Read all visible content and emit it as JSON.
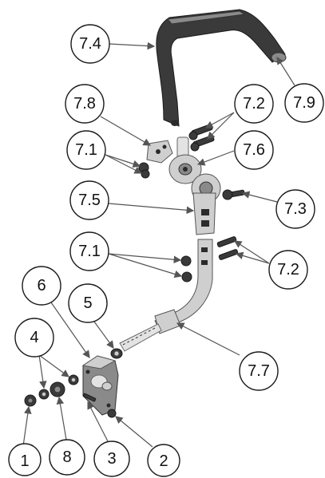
{
  "callouts": {
    "c74": "7.4",
    "c79": "7.9",
    "c78": "7.8",
    "c72a": "7.2",
    "c71a": "7.1",
    "c76": "7.6",
    "c75": "7.5",
    "c73": "7.3",
    "c71b": "7.1",
    "c72b": "7.2",
    "c6": "6",
    "c5": "5",
    "c4": "4",
    "c77": "7.7",
    "c1": "1",
    "c8": "8",
    "c3": "3",
    "c2": "2"
  }
}
